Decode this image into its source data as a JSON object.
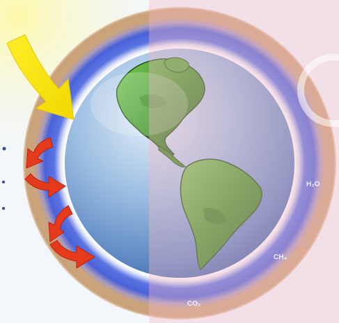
{
  "diagram": {
    "labels": {
      "h2o": "H₂O",
      "ch4": "CH₄",
      "co2": "CO₂"
    },
    "icons": {
      "incoming": "sunlight-arrow-icon",
      "reflected": "reflected-heat-arrow-icon",
      "earth": "earth-globe-icon"
    },
    "colors": {
      "background": "#f3f7fc",
      "outer_band": "#c9a27a",
      "inner_band": "#4f6de0",
      "ocean": "#7fa9d6",
      "land": "#3f8d22",
      "sunlight_arrow": "#f5e400",
      "heat_arrows": "#e53a1c",
      "overlay_pink": "#f4b8c4"
    }
  }
}
